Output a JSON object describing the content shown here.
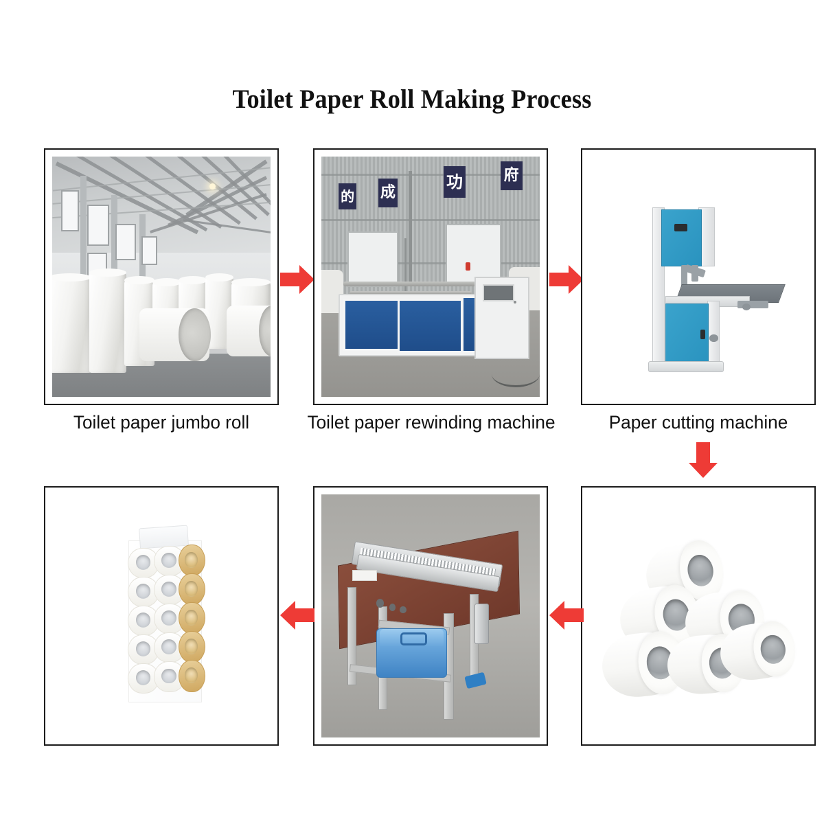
{
  "page": {
    "title": "Toilet Paper Roll Making Process",
    "background_color": "#ffffff",
    "text_color": "#111111",
    "frame_border_color": "#1c1c1c",
    "arrow_color": "#ee3b36"
  },
  "steps": [
    {
      "id": "step-1",
      "order": 1,
      "caption": "Toilet paper jumbo roll",
      "image_alt": "Warehouse interior with large white paper jumbo rolls standing and lying on a concrete floor under a steel-truss roof",
      "scene": "warehouse",
      "has_caption": true
    },
    {
      "id": "step-2",
      "order": 2,
      "caption": "Toilet paper rewinding machine",
      "image_alt": "Blue and white toilet paper rewinding machine inside a factory with a corrugated metal wall",
      "scene": "factory-floor",
      "wall_text": [
        "的",
        "成",
        "功",
        "府"
      ],
      "has_caption": true
    },
    {
      "id": "step-3",
      "order": 3,
      "caption": "Paper cutting machine",
      "image_alt": "Blue and white band-saw style paper cutting machine on a plain white background",
      "scene": "product-shot",
      "has_caption": true
    },
    {
      "id": "step-4",
      "order": 4,
      "caption": "",
      "image_alt": "Six white cut toilet paper rolls stacked in a pyramid on a white background",
      "scene": "product-shot",
      "roll_count": 6,
      "has_caption": false
    },
    {
      "id": "step-5",
      "order": 5,
      "caption": "",
      "image_alt": "Manual impulse sealing and packing machine with a brown table top, grey steel legs and a blue plastic tool box underneath, standing on a concrete floor",
      "scene": "outdoor-concrete",
      "has_caption": false
    },
    {
      "id": "step-6",
      "order": 6,
      "caption": "",
      "image_alt": "Finished package of toilet paper rolls sealed in clear plastic film, five rows of rolls with white and tan coloured ends",
      "scene": "product-shot",
      "rows": 5,
      "has_caption": false
    }
  ],
  "arrows": [
    {
      "id": "arrow-1",
      "from": "step-1",
      "to": "step-2",
      "direction": "right"
    },
    {
      "id": "arrow-2",
      "from": "step-2",
      "to": "step-3",
      "direction": "right"
    },
    {
      "id": "arrow-3",
      "from": "step-3",
      "to": "step-4",
      "direction": "down"
    },
    {
      "id": "arrow-4",
      "from": "step-4",
      "to": "step-5",
      "direction": "left"
    },
    {
      "id": "arrow-5",
      "from": "step-5",
      "to": "step-6",
      "direction": "left"
    }
  ]
}
